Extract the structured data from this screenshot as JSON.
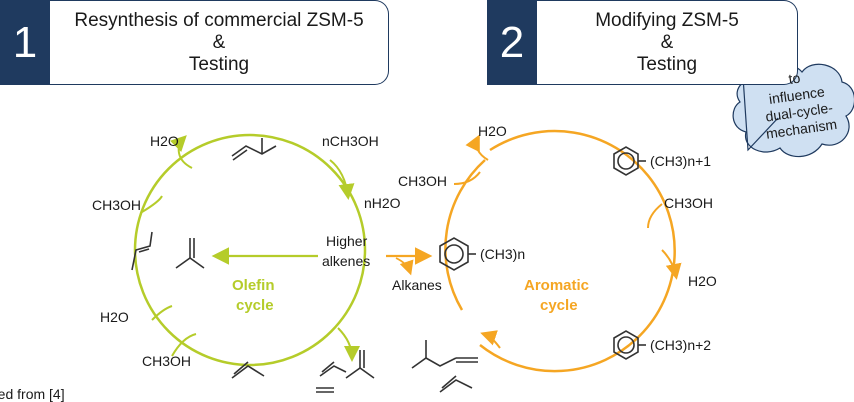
{
  "steps": [
    {
      "number": "1",
      "lines": [
        "Resynthesis of commercial ZSM-5",
        "&",
        "Testing"
      ]
    },
    {
      "number": "2",
      "lines": [
        "Modifying ZSM-5",
        "&",
        "Testing"
      ]
    }
  ],
  "cloud": {
    "lines": [
      "to",
      "influence",
      "dual-cycle-",
      "mechanism"
    ]
  },
  "diagram": {
    "olefin_cycle": [
      "Olefin",
      "cycle"
    ],
    "aromatic_cycle": [
      "Aromatic",
      "cycle"
    ],
    "center": [
      "Higher",
      "alkenes"
    ],
    "alkanes": "Alkanes",
    "labels": {
      "h2o_top_left": "H2O",
      "methanol_left": "CH3OH",
      "n_methanol": "nCH3OH",
      "n_h2o": "nH2O",
      "h2o_bottom_left": "H2O",
      "methanol_bottom": "CH3OH",
      "h2o_top_right": "H2O",
      "methanol_right_top": "CH3OH",
      "methanol_right": "CH3OH",
      "h2o_right": "H2O",
      "arene_top": "(CH3)n+1",
      "arene_mid": "(CH3)n",
      "arene_bottom": "(CH3)n+2"
    },
    "colors": {
      "olefin": "#b5cc2a",
      "aromatic": "#f5a623",
      "dark_blue": "#1f3a5f",
      "cloud": "#cfe0f2"
    }
  },
  "caption": "eted from [4]"
}
